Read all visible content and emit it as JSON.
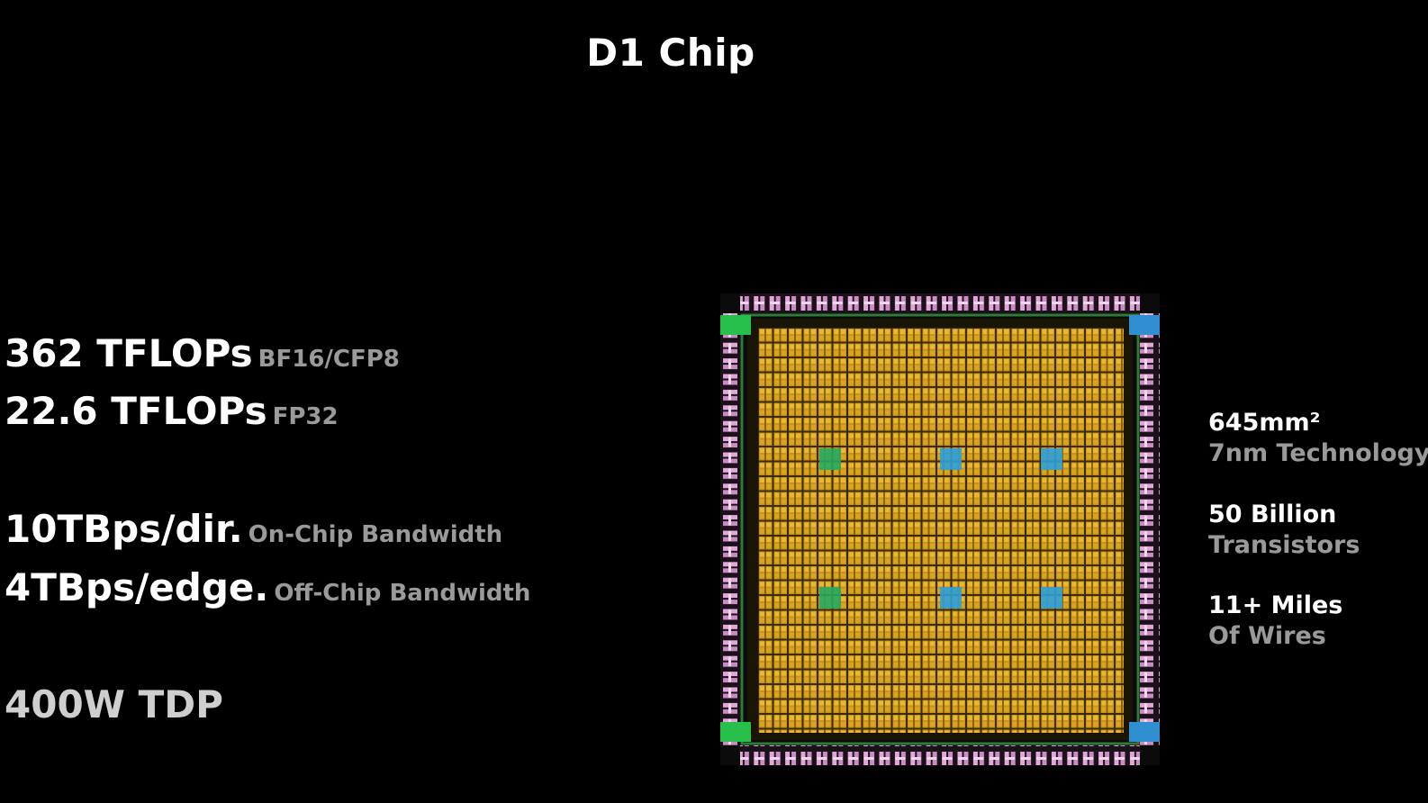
{
  "title": "D1 Chip",
  "specs": [
    {
      "main": "362 TFLOPs",
      "sub": "BF16/CFP8"
    },
    {
      "main": "22.6 TFLOPs",
      "sub": "FP32"
    },
    {
      "main": "10TBps/dir.",
      "sub": "On-Chip Bandwidth"
    },
    {
      "main": "4TBps/edge.",
      "sub": "Off-Chip Bandwidth"
    },
    {
      "main": "400W TDP"
    }
  ],
  "right_specs": [
    {
      "line1": "645mm²",
      "line2": "7nm Technology"
    },
    {
      "line1": "50 Billion",
      "line2": "Transistors"
    },
    {
      "line1": "11+ Miles",
      "line2": "Of Wires"
    }
  ],
  "colors": {
    "background": "#000000",
    "die_core": "#d9a520",
    "io_pads": "#e0a8d8",
    "corner_green": "#27c04a",
    "corner_blue": "#2f8fd0"
  }
}
